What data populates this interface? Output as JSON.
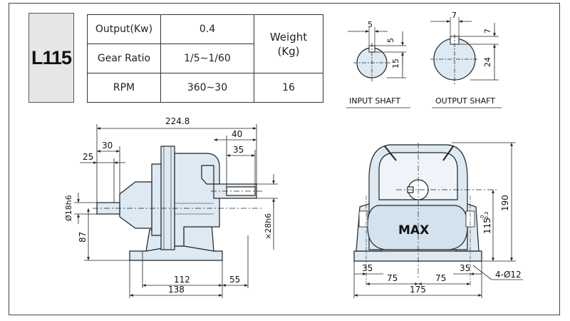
{
  "model": "L115",
  "spec_table": {
    "output_label": "Output(Kw)",
    "output_value": "0.4",
    "ratio_label": "Gear  Ratio",
    "ratio_value": "1/5∼1/60",
    "rpm_label": "RPM",
    "rpm_value": "360∼30",
    "weight_label": "Weight\n(Kg)",
    "weight_value": "16"
  },
  "input_shaft": {
    "caption": "INPUT SHAFT",
    "dim_key_width": "5",
    "dim_key_depth": "5",
    "dim_height": "15"
  },
  "output_shaft": {
    "caption": "OUTPUT SHAFT",
    "dim_key_width": "7",
    "dim_key_depth": "7",
    "dim_height": "24"
  },
  "side_view": {
    "overall_length": "224.8",
    "input_shaft_length": "30",
    "input_shaft_offset": "25",
    "output_shaft_length": "40",
    "output_key_length": "35",
    "input_diameter": "Ø18h6",
    "output_diameter": "×28h6",
    "shaft_height": "87",
    "base_span": "112",
    "base_overall": "138",
    "base_overhang": "55"
  },
  "front_view": {
    "label": "MAX",
    "overall_height": "190",
    "center_height": "115",
    "center_tolerance_upper": "0",
    "center_tolerance_lower": "-0.2",
    "foot_edge_left": "35",
    "half_span_left": "75",
    "half_span_right": "75",
    "foot_edge_right": "35",
    "overall_width": "175",
    "bolt_holes": "4-Ø12"
  },
  "colors": {
    "body_fill": "#dde9f3",
    "line": "#222222",
    "dim": "#333333"
  }
}
